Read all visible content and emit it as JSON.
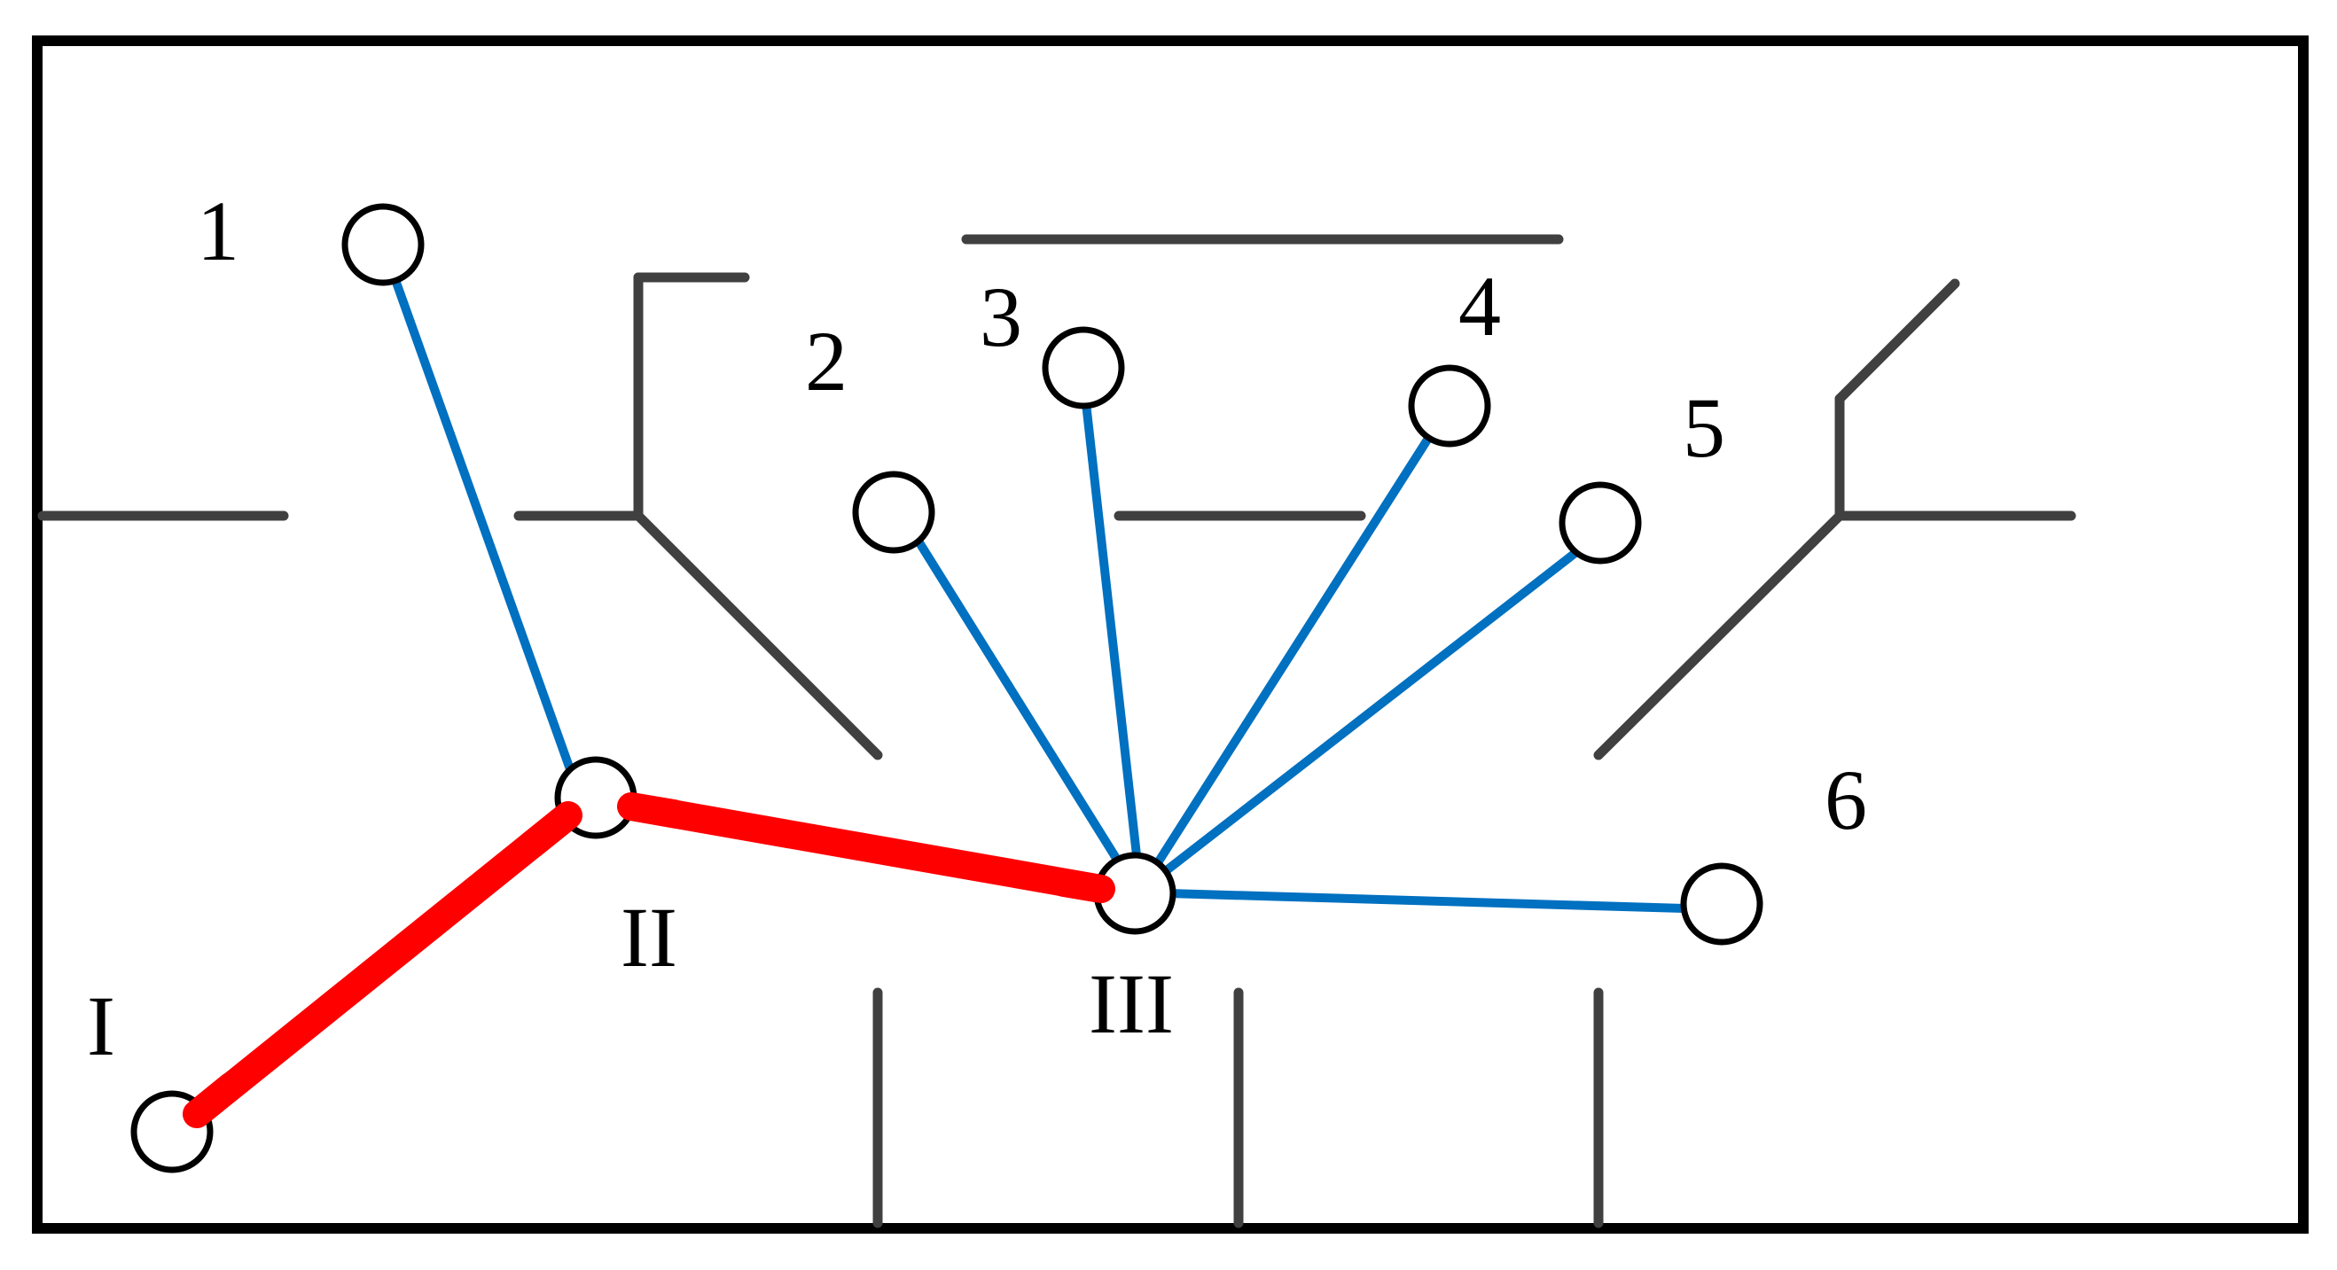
{
  "labels": {
    "room_1": "1",
    "room_2": "2",
    "room_3": "3",
    "room_4": "4",
    "room_5": "5",
    "room_6": "6",
    "node_I": "I",
    "node_II": "II",
    "node_III": "III"
  },
  "colors": {
    "frame": "#000000",
    "walls": "#404040",
    "branch_links": "#0070c0",
    "trunk_links": "#ff0000"
  }
}
